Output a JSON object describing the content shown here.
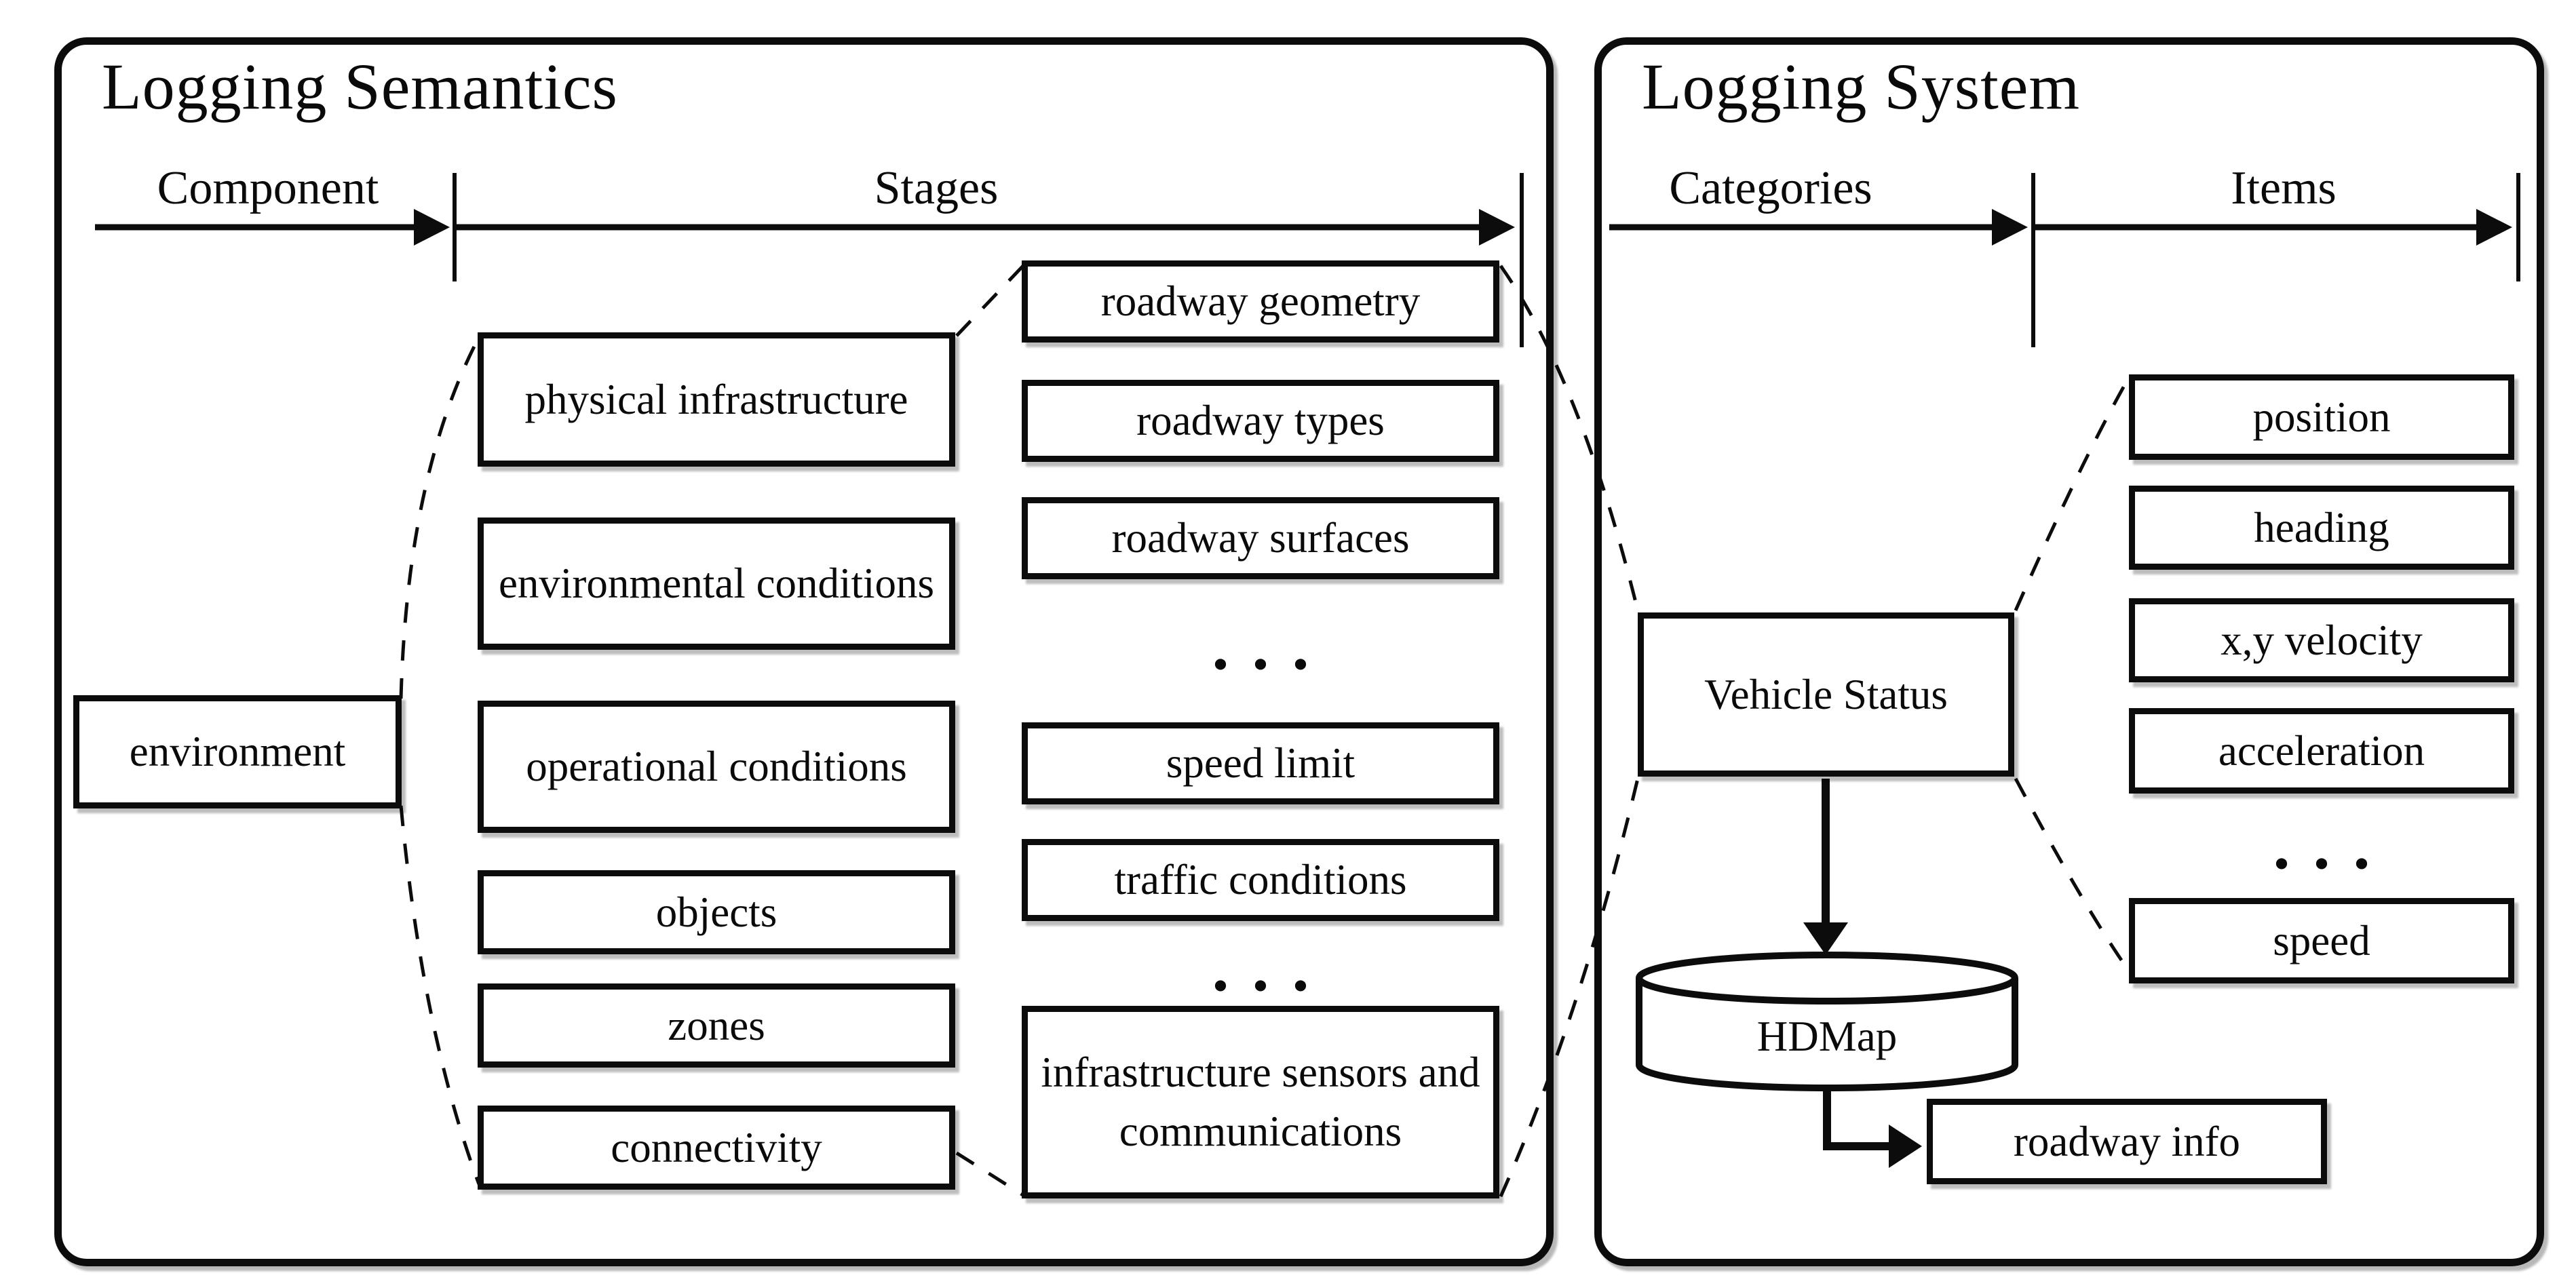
{
  "figure": {
    "ink_color": "#0c0c0c",
    "background_color": "#ffffff",
    "ellipsis": "..."
  },
  "left": {
    "title": "Logging Semantics",
    "axis": {
      "column1_header": "Component",
      "column2_header": "Stages"
    },
    "component_box": "environment",
    "stages_column1": [
      "physical infrastructure",
      "environmental conditions",
      "operational conditions",
      "objects",
      "zones",
      "connectivity"
    ],
    "stages_column2": [
      "roadway geometry",
      "roadway types",
      "roadway surfaces",
      "speed limit",
      "traffic conditions",
      "infrastructure sensors and communications"
    ]
  },
  "right": {
    "title": "Logging System",
    "axis": {
      "column1_header": "Categories",
      "column2_header": "Items"
    },
    "category_box": "Vehicle Status",
    "items": [
      "position",
      "heading",
      "x,y velocity",
      "acceleration",
      "speed"
    ],
    "database": "HDMap",
    "output_box": "roadway info"
  }
}
